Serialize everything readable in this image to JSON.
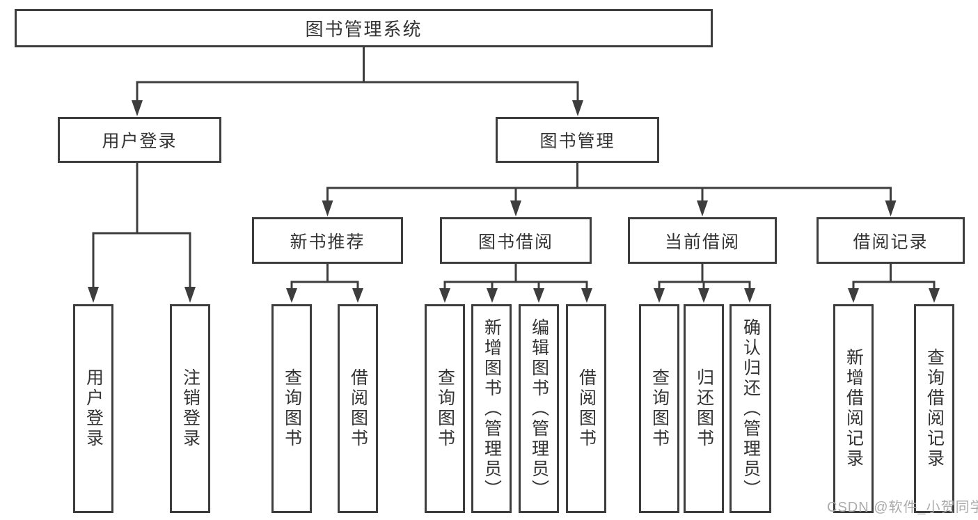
{
  "title": "图书管理系统",
  "watermark": "CSDN @软件_小贺同学",
  "colors": {
    "line": "#3d3d3d",
    "text": "#333333",
    "box_background": "#ffffff",
    "watermark": "#ababab",
    "background": "#ffffff"
  },
  "branches": [
    {
      "label": "用户登录",
      "leaves": [
        "用户登录",
        "注销登录"
      ]
    },
    {
      "label": "图书管理",
      "groups": [
        {
          "label": "新书推荐",
          "leaves": [
            "查询图书",
            "借阅图书"
          ]
        },
        {
          "label": "图书借阅",
          "leaves": [
            "查询图书",
            "新增图书（管理员）",
            "编辑图书（管理员）",
            "借阅图书"
          ]
        },
        {
          "label": "当前借阅",
          "leaves": [
            "查询图书",
            "归还图书",
            "确认归还（管理员）"
          ]
        },
        {
          "label": "借阅记录",
          "leaves": [
            "新增借阅记录",
            "查询借阅记录"
          ]
        }
      ]
    }
  ]
}
